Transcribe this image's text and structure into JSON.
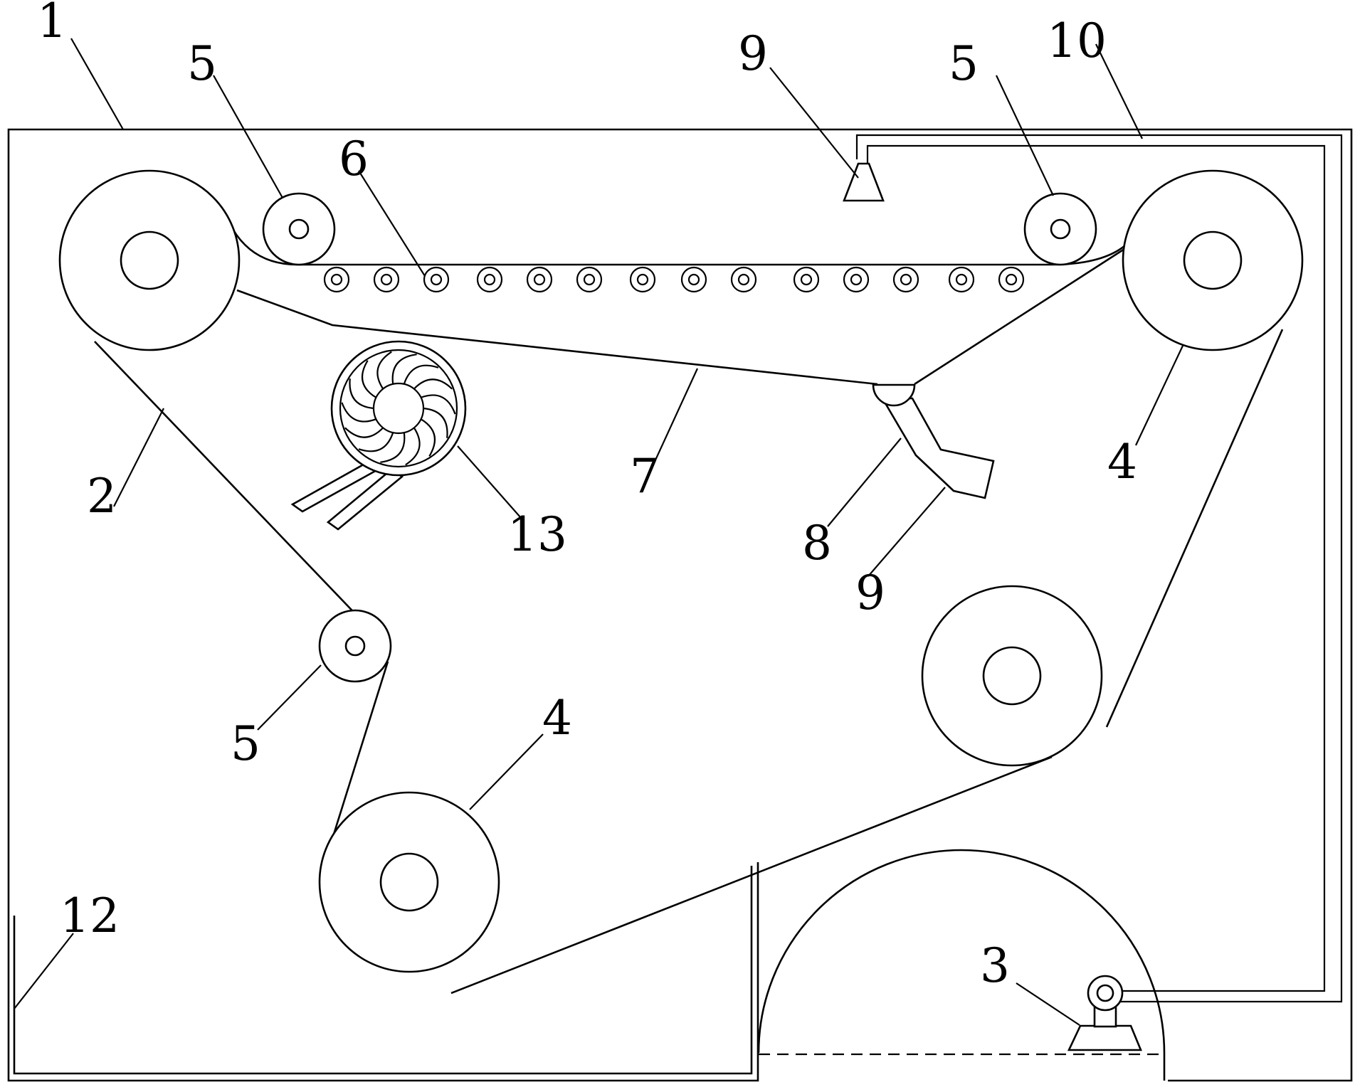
{
  "labels": {
    "l1": "1",
    "l2": "2",
    "l3": "3",
    "l4a": "4",
    "l4b": "4",
    "l5a": "5",
    "l5b": "5",
    "l5c": "5",
    "l6": "6",
    "l7": "7",
    "l8": "8",
    "l9a": "9",
    "l9b": "9",
    "l10": "10",
    "l12": "12",
    "l13": "13"
  }
}
